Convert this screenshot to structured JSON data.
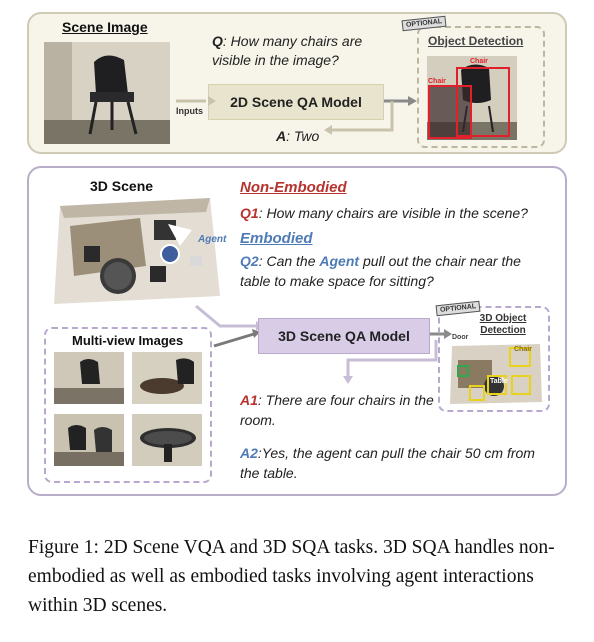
{
  "top": {
    "scene_image_title": "Scene Image",
    "question_prefix": "Q",
    "question_text": ": How many chairs are visible in the image?",
    "inputs_label": "Inputs",
    "model_label": "2D Scene QA Model",
    "answer_prefix": "A",
    "answer_text": ": Two",
    "optional_tag": "OPTIONAL",
    "od_title": "Object Detection",
    "det_label_1": "Chair",
    "det_label_2": "Chair"
  },
  "bottom": {
    "scene_title": "3D Scene",
    "agent_label": "Agent",
    "non_embodied_heading": "Non-Embodied",
    "q1_prefix": "Q1",
    "q1_text": ": How many chairs are visible in the scene?",
    "embodied_heading": "Embodied",
    "q2_prefix": "Q2",
    "q2_text_a": ": Can the ",
    "q2_agent": "Agent",
    "q2_text_b": " pull out the chair near the table to make space for sitting?",
    "multiview_title": "Multi-view Images",
    "model_label": "3D Scene QA Model",
    "optional_tag": "OPTIONAL",
    "od_title": "3D Object Detection",
    "od_door": "Door",
    "od_chair": "Chair",
    "od_table": "Table",
    "a1_prefix": "A1",
    "a1_text": ": There are four chairs in the room.",
    "a2_prefix": "A2",
    "a2_text": ":Yes, the agent can pull the chair 50 cm from the table."
  },
  "caption": {
    "text": "Figure 1: 2D Scene VQA and 3D SQA tasks. 3D SQA handles non-embodied as well as embodied tasks involving agent interactions within 3D scenes."
  },
  "colors": {
    "red_accent": "#b5342f",
    "blue_accent": "#4f7bb5",
    "beige_panel": "#f7f5ea",
    "purple_box": "#d8cce6"
  }
}
